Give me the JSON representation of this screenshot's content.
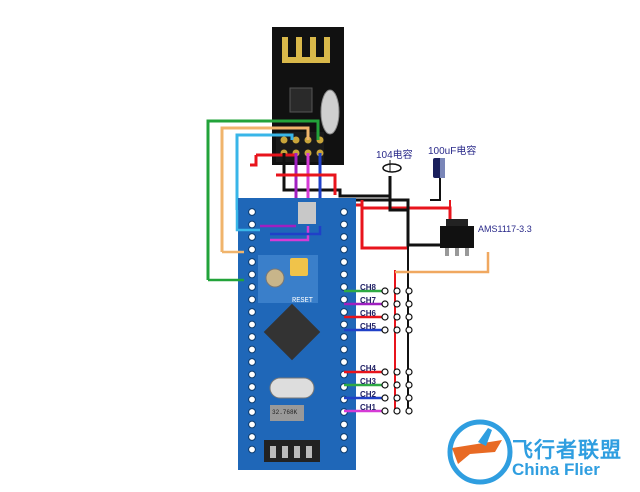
{
  "labels": {
    "capacitor_104": "104电容",
    "capacitor_100uf": "100uF电容",
    "regulator": "AMS1117-3.3"
  },
  "channels": [
    "CH8",
    "CH7",
    "CH6",
    "CH5",
    "CH4",
    "CH3",
    "CH2",
    "CH1"
  ],
  "board": {
    "reset_label": "RESET",
    "crystal_label": "32.768K"
  },
  "watermark": {
    "name_cn": "飞行者联盟",
    "name_en": "China Flier"
  },
  "colors": {
    "board_blue": "#1f67b8",
    "module_black": "#111111",
    "wire_red": "#e8141c",
    "wire_black": "#111111",
    "wire_green": "#22a33a",
    "wire_orange": "#f0b46c",
    "wire_cyan": "#38b6e8",
    "wire_magenta": "#d63bd6",
    "wire_blue": "#2040c8",
    "wire_purple": "#a020c0",
    "brand_blue": "#2f9ee0"
  }
}
